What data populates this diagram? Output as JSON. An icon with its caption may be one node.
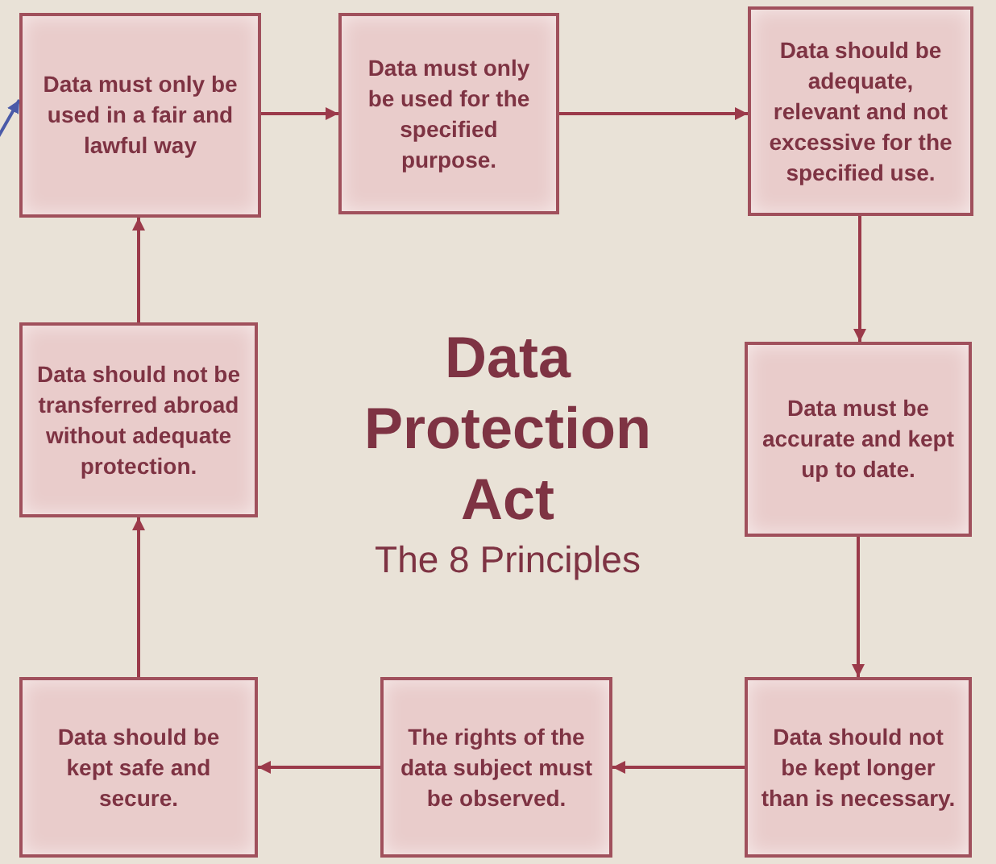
{
  "diagram": {
    "title": "Data Protection Act",
    "nodes": [
      {
        "text": [
          "Data must only be used in a fair and lawful way"
        ]
      },
      {
        "text": [
          "Data must only be used for the specified purpose."
        ]
      },
      {
        "text": [
          "Data should be adequate, relevant and not excessive for the specified use."
        ]
      },
      {
        "text": [
          "Data must be accurate and kept up to date."
        ]
      },
      {
        "text": [
          "Data should not be kept longer than is necessary."
        ]
      },
      {
        "text": [
          "The rights of the data subject must be observed."
        ]
      },
      {
        "text": [
          "Data should be kept safe and secure."
        ]
      },
      {
        "text": [
          "Data should not be transferred abroad without adequate protection."
        ]
      }
    ],
    "edges": [
      {
        "from": 0,
        "to": 1,
        "arrow": "to"
      },
      {
        "from": 1,
        "to": 2,
        "arrow": "to"
      },
      {
        "from": 2,
        "to": 3,
        "arrow": "to"
      },
      {
        "from": 3,
        "to": 4,
        "arrow": "to"
      },
      {
        "from": 4,
        "to": 5,
        "arrow": "to"
      },
      {
        "from": 5,
        "to": 6,
        "arrow": "to"
      },
      {
        "from": 6,
        "to": 7,
        "arrow": "to"
      },
      {
        "from": 7,
        "to": 0,
        "arrow": "to"
      },
      {
        "from": null,
        "to": 0,
        "arrow": "to",
        "color": "#4a5aa8"
      }
    ],
    "labels": [
      "The 8 Principles"
    ]
  }
}
